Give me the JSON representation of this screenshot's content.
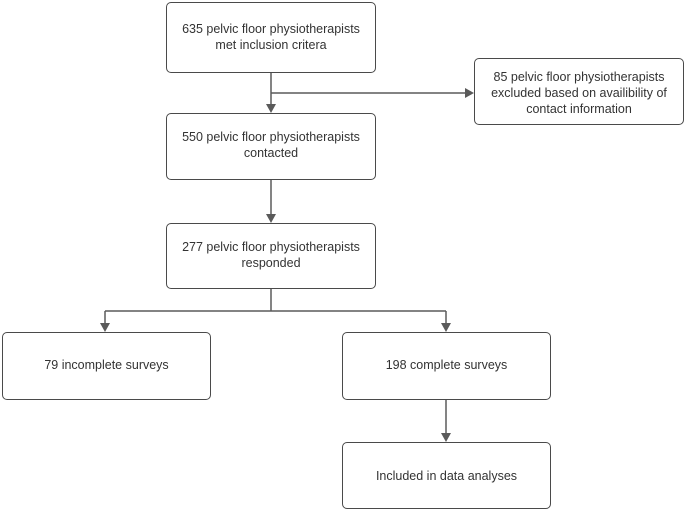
{
  "flowchart": {
    "box1": {
      "line1": "635 pelvic floor physiotherapists",
      "line2": "met inclusion critera"
    },
    "box_excluded": {
      "line1": "85 pelvic floor physiotherapists",
      "line2": "excluded based on availibility of",
      "line3": "contact information"
    },
    "box2": {
      "line1": "550 pelvic floor physiotherapists",
      "line2": "contacted"
    },
    "box3": {
      "line1": "277 pelvic floor physiotherapists",
      "line2": "responded"
    },
    "box_incomplete": {
      "line1": "79 incomplete surveys"
    },
    "box_complete": {
      "line1": "198 complete surveys"
    },
    "box_included": {
      "line1": "Included in data analyses"
    }
  }
}
